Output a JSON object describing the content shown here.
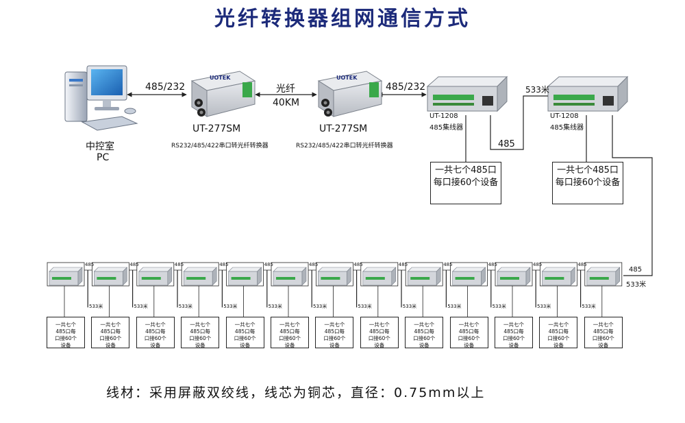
{
  "title": "光纤转换器组网通信方式",
  "pc": {
    "label_line1": "中控室",
    "label_line2": "PC"
  },
  "links": {
    "pc_to_converter": "485/232",
    "fiber_label": "光纤",
    "fiber_distance": "40KM",
    "converter_to_hub": "485/232",
    "hub_to_hub_distance": "533米",
    "hub_to_hub_bus": "485",
    "chain_bus": "485",
    "chain_distance": "533米"
  },
  "converters": [
    {
      "model": "UT-277SM",
      "desc": "RS232/485/422串口转光纤转换器",
      "brand": "UOTEK"
    },
    {
      "model": "UT-277SM",
      "desc": "RS232/485/422串口转光纤转换器",
      "brand": "UOTEK"
    }
  ],
  "hubs": [
    {
      "model": "UT-1208",
      "type": "485集线器",
      "note": "一共七个485口\n每口接60个设备"
    },
    {
      "model": "UT-1208",
      "type": "485集线器",
      "note": "一共七个485口\n每口接60个设备"
    }
  ],
  "chain": {
    "count": 13,
    "link_label": "485",
    "distance_label": "533米",
    "note": "一共七个\n485口每\n口接60个\n设备"
  },
  "footer": "线材：采用屏蔽双绞线，线芯为铜芯，直径：0.75mm以上",
  "colors": {
    "title": "#1c2a7a",
    "device_body": "#c9ccd0",
    "terminal_green": "#3aa84a",
    "line": "#222222"
  }
}
